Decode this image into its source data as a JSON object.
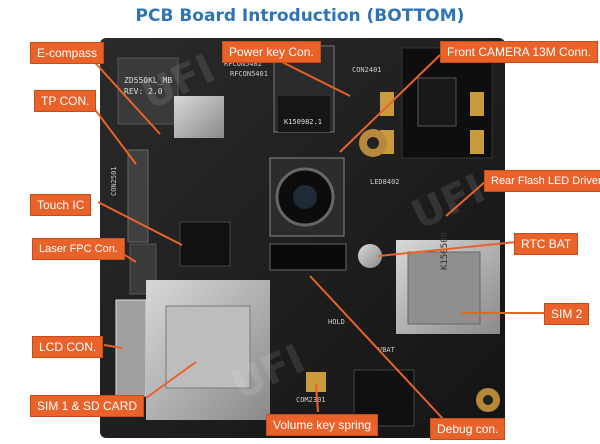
{
  "title": "PCB Board Introduction (BOTTOM)",
  "colors": {
    "title": "#2e75b6",
    "label_bg": "#e8622a",
    "leader": "#e8622a",
    "board": "#1e1e1e"
  },
  "labels": {
    "e_compass": "E-compass",
    "tp_con": "TP CON.",
    "touch_ic": "Touch IC",
    "laser_fpc": "Laser FPC Con.",
    "lcd_con": "LCD CON.",
    "sim1_sd": "SIM 1 & SD CARD",
    "power_key": "Power key Con.",
    "front_camera": "Front  CAMERA 13M Conn.",
    "rear_flash": "Rear Flash LED Driver",
    "rtc_bat": "RTC BAT",
    "sim2": "SIM 2",
    "volume_key": "Volume key spring",
    "debug_con": "Debug con."
  },
  "silkscreen": {
    "model": "ZD550KL_MB",
    "rev": "REV: 2.0",
    "chip": "K150982.1",
    "rfcon1": "RFCON5401",
    "rfcon2": "RFCON5402",
    "con2401": "CON2401",
    "led": "LED8402",
    "con2501": "CON2501",
    "hold": "HOLD",
    "com2301": "COM2301",
    "vbat": "VBAT",
    "sim2_card": "K150508"
  }
}
